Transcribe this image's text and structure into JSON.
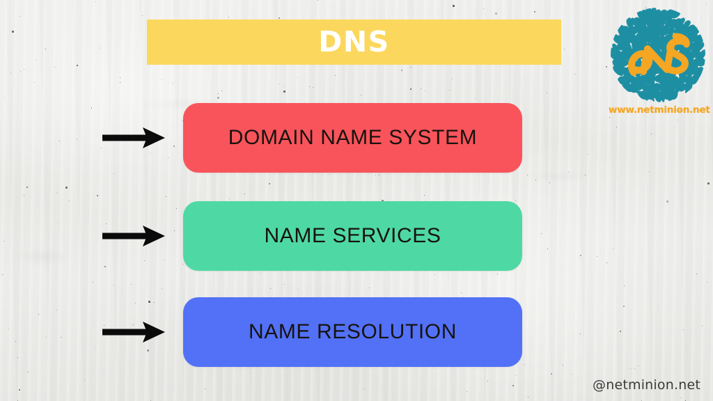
{
  "slide": {
    "title": "DNS",
    "title_color": "#FBD85D",
    "title_text_color": "#FFFFFF",
    "background_description": "light-gray-concrete-texture"
  },
  "items": [
    {
      "label": "DOMAIN NAME SYSTEM",
      "color": "#F9545B",
      "arrow_icon": "arrow-right-icon"
    },
    {
      "label": "NAME SERVICES",
      "color": "#4ED9A4",
      "arrow_icon": "arrow-right-icon"
    },
    {
      "label": "NAME RESOLUTION",
      "color": "#5271F7",
      "arrow_icon": "arrow-right-icon"
    }
  ],
  "logo": {
    "monogram": "NS",
    "url": "www.netminion.net",
    "globe_color": "#1E8FA3",
    "monogram_color": "#F5A623",
    "url_color": "#F5A623"
  },
  "watermark": {
    "handle": "@netminion.net"
  }
}
